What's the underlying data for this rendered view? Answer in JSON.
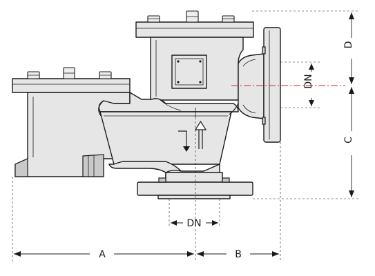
{
  "dimensions": {
    "a": "A",
    "b": "B",
    "c": "C",
    "d": "D",
    "dn_outlet": "DN",
    "dn_inlet": "DN"
  },
  "colors": {
    "outline": "#1a1a1a",
    "body": "#e6e6e6",
    "centerline": "#d0202a"
  }
}
